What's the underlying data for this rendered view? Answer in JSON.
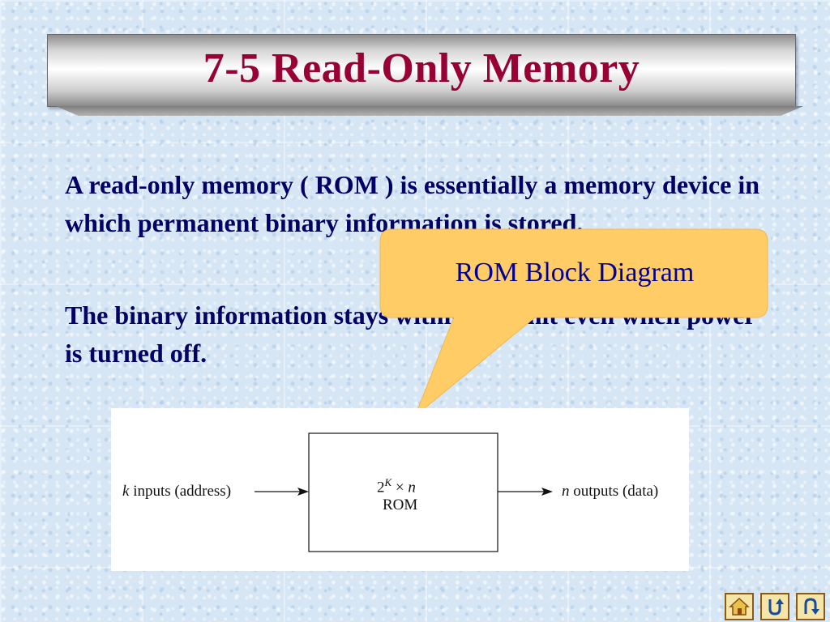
{
  "slide": {
    "title": "7-5  Read-Only Memory",
    "paragraphs": [
      "A read-only memory ( ROM ) is essentially a memory device in which permanent binary information is stored.",
      "The binary information stays within the unit even when power is turned off."
    ],
    "callout": "ROM Block Diagram"
  },
  "diagram": {
    "input_var": "k",
    "input_label": " inputs (address)",
    "block_base": "2",
    "block_exp": "K",
    "block_mult": " × ",
    "block_var": "n",
    "block_name": "ROM",
    "output_var": "n",
    "output_label": " outputs (data)"
  },
  "nav": {
    "home_icon": "home-icon",
    "return_icon": "u-turn-up-icon",
    "back_icon": "u-turn-down-icon"
  },
  "colors": {
    "title": "#990033",
    "body_text": "#000066",
    "callout_fill": "#ffcc66",
    "callout_text": "#000099"
  }
}
